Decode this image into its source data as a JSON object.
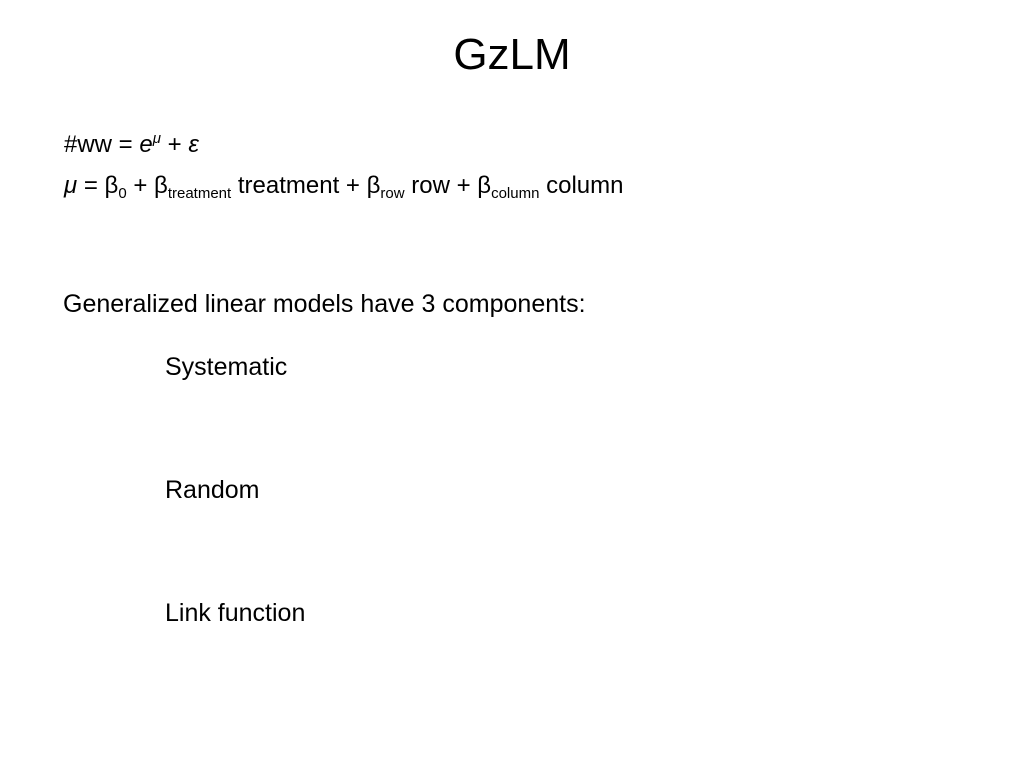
{
  "slide": {
    "title": "GzLM",
    "equation1": {
      "prefix": "#ww = ",
      "base": "e",
      "exponent": "μ",
      "plus": " + ",
      "error": "ε"
    },
    "equation2": {
      "mu": "μ",
      "eq": " = β",
      "sub0": "0",
      "plus1": " + β",
      "sub_treatment": "treatment",
      "term_treatment": " treatment + β",
      "sub_row": "row",
      "term_row": " row + β",
      "sub_column": "column",
      "term_column": " column"
    },
    "intro": "Generalized linear models have 3 components:",
    "components": [
      "Systematic",
      "Random",
      "Link function"
    ]
  }
}
